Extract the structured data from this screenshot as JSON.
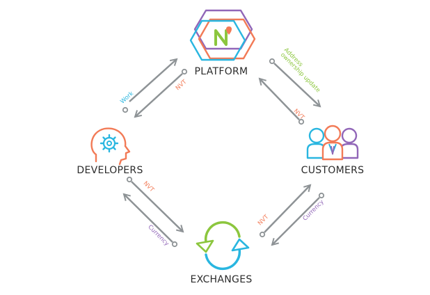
{
  "nodes": {
    "platform": "PLATFORM",
    "developers": "DEVELOPERS",
    "customers": "CUSTOMERS",
    "exchanges": "EXCHANGES"
  },
  "edges": {
    "dev_platform_work": "Work",
    "dev_platform_nvt": "NVT",
    "platform_cust_address": "Address",
    "platform_cust_ownership": "ownership update",
    "platform_cust_nvt": "NVT",
    "dev_exch_nvt": "NVT",
    "dev_exch_currency": "Currency",
    "exch_cust_nvt": "NVT",
    "exch_cust_currency": "Currency"
  },
  "icons": {
    "platform": "hexagon-logo-icon",
    "developers": "head-gear-icon",
    "customers": "people-group-icon",
    "exchanges": "exchange-cycle-icon"
  },
  "colors": {
    "arrow": "#8e9396",
    "cyan": "#29b6e0",
    "orange": "#f27a56",
    "green": "#8cc63e",
    "purple": "#9166b8",
    "text": "#2b2b2b"
  }
}
